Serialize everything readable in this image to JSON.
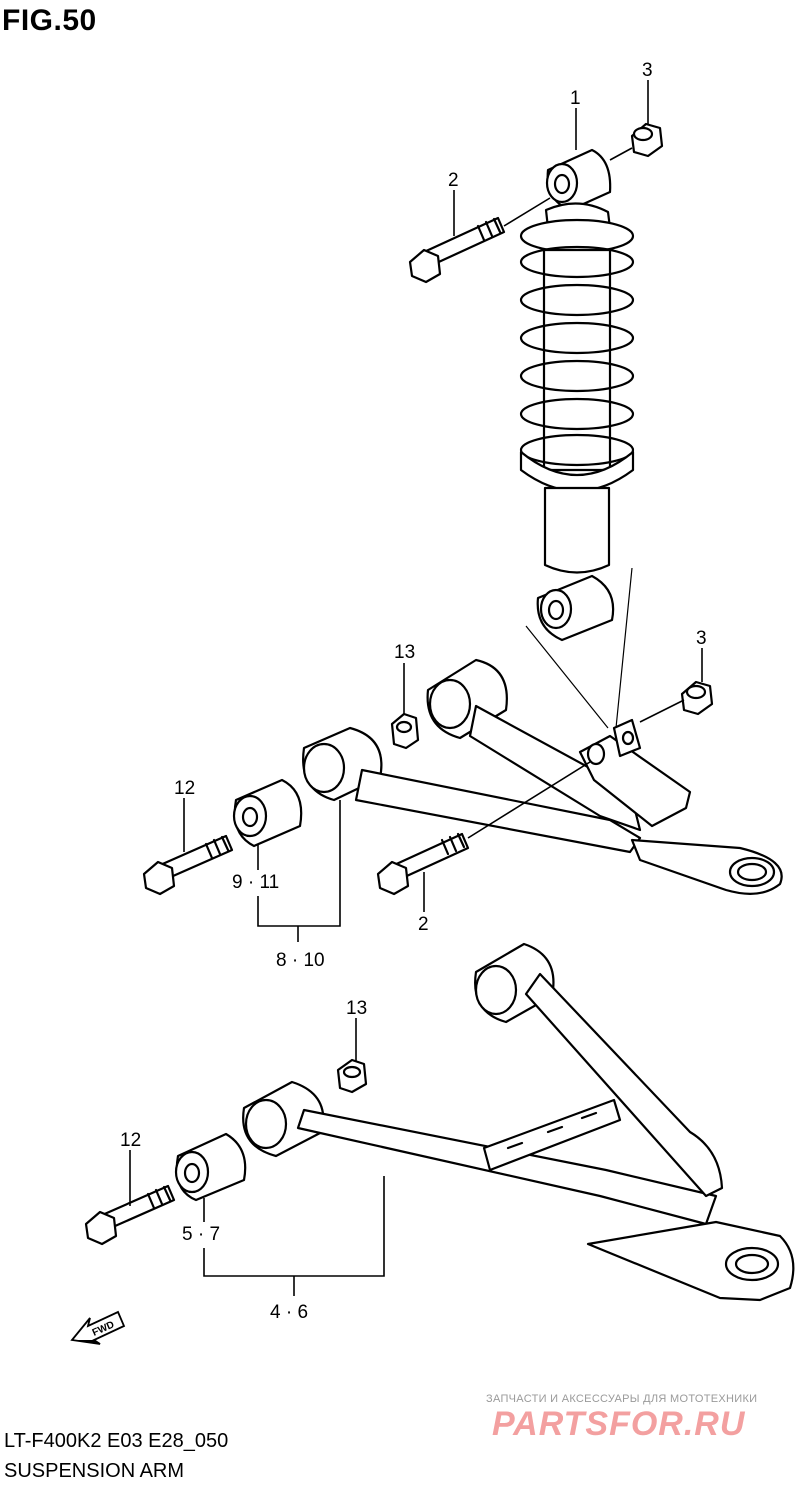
{
  "figure": {
    "title": "FIG.50"
  },
  "callouts": {
    "c1": "1",
    "c2_top": "2",
    "c3_top": "3",
    "c13_mid": "13",
    "c3_mid": "3",
    "c12_mid": "12",
    "c9_11": "9 · 11",
    "c2_mid": "2",
    "c8_10": "8 · 10",
    "c13_low": "13",
    "c12_low": "12",
    "c5_7": "5 · 7",
    "c4_6": "4 · 6"
  },
  "fwd_label": "FWD",
  "footer": {
    "code": "LT-F400K2 E03 E28_050",
    "title": "SUSPENSION ARM"
  },
  "watermark": {
    "caption": "ЗАПЧАСТИ И АКСЕССУАРЫ ДЛЯ МОТОТЕХНИКИ",
    "logo": "PARTSFOR.RU"
  }
}
